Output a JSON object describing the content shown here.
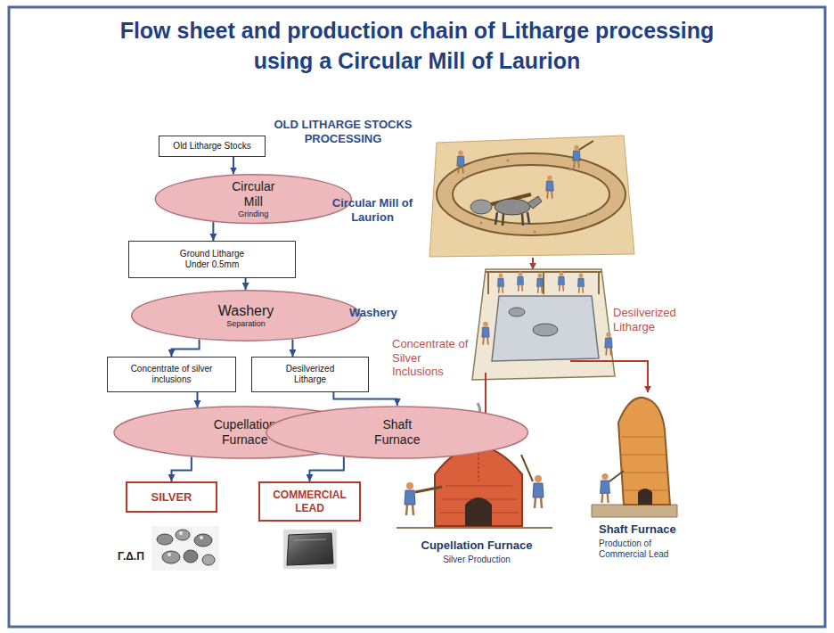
{
  "diagram": {
    "title": "Flow sheet and production chain of Litharge processing using a Circular Mill of Laurion",
    "nodes": [
      {
        "text": [
          "Old Litharge Stocks"
        ]
      },
      {
        "text": [
          "Circular Mill",
          "Grinding"
        ]
      },
      {
        "text": [
          "Ground Litharge Under 0.5mm"
        ]
      },
      {
        "text": [
          "Washery",
          "Separation"
        ]
      },
      {
        "text": [
          "Concentrate of silver inclusions"
        ]
      },
      {
        "text": [
          "Desilverized Litharge"
        ]
      },
      {
        "text": [
          "Cupellation Furnace"
        ]
      },
      {
        "text": [
          "Shaft Furnace"
        ]
      },
      {
        "text": [
          "SILVER"
        ]
      },
      {
        "text": [
          "COMMERCIAL LEAD"
        ]
      }
    ],
    "edges": [
      {
        "from": 0,
        "to": 1,
        "arrow": "to"
      },
      {
        "from": 1,
        "to": 2,
        "arrow": "to"
      },
      {
        "from": 2,
        "to": 3,
        "arrow": "to"
      },
      {
        "from": 3,
        "to": 4,
        "arrow": "to"
      },
      {
        "from": 3,
        "to": 5,
        "arrow": "to"
      },
      {
        "from": 4,
        "to": 6,
        "arrow": "to"
      },
      {
        "from": 5,
        "to": 7,
        "arrow": "to"
      },
      {
        "from": 6,
        "to": 8,
        "arrow": "to"
      },
      {
        "from": 7,
        "to": 9,
        "arrow": "to"
      }
    ],
    "labels": [
      "OLD LITHARGE STOCKS PROCESSING",
      "Circular Mill of Laurion",
      "Washery",
      "Desilverized Litharge",
      "Concentrate of Silver Inclusions",
      "Cupellation Furnace",
      "Silver Production",
      "Shaft Furnace",
      "Production of Commercial Lead",
      "Γ.Δ.Π"
    ]
  }
}
